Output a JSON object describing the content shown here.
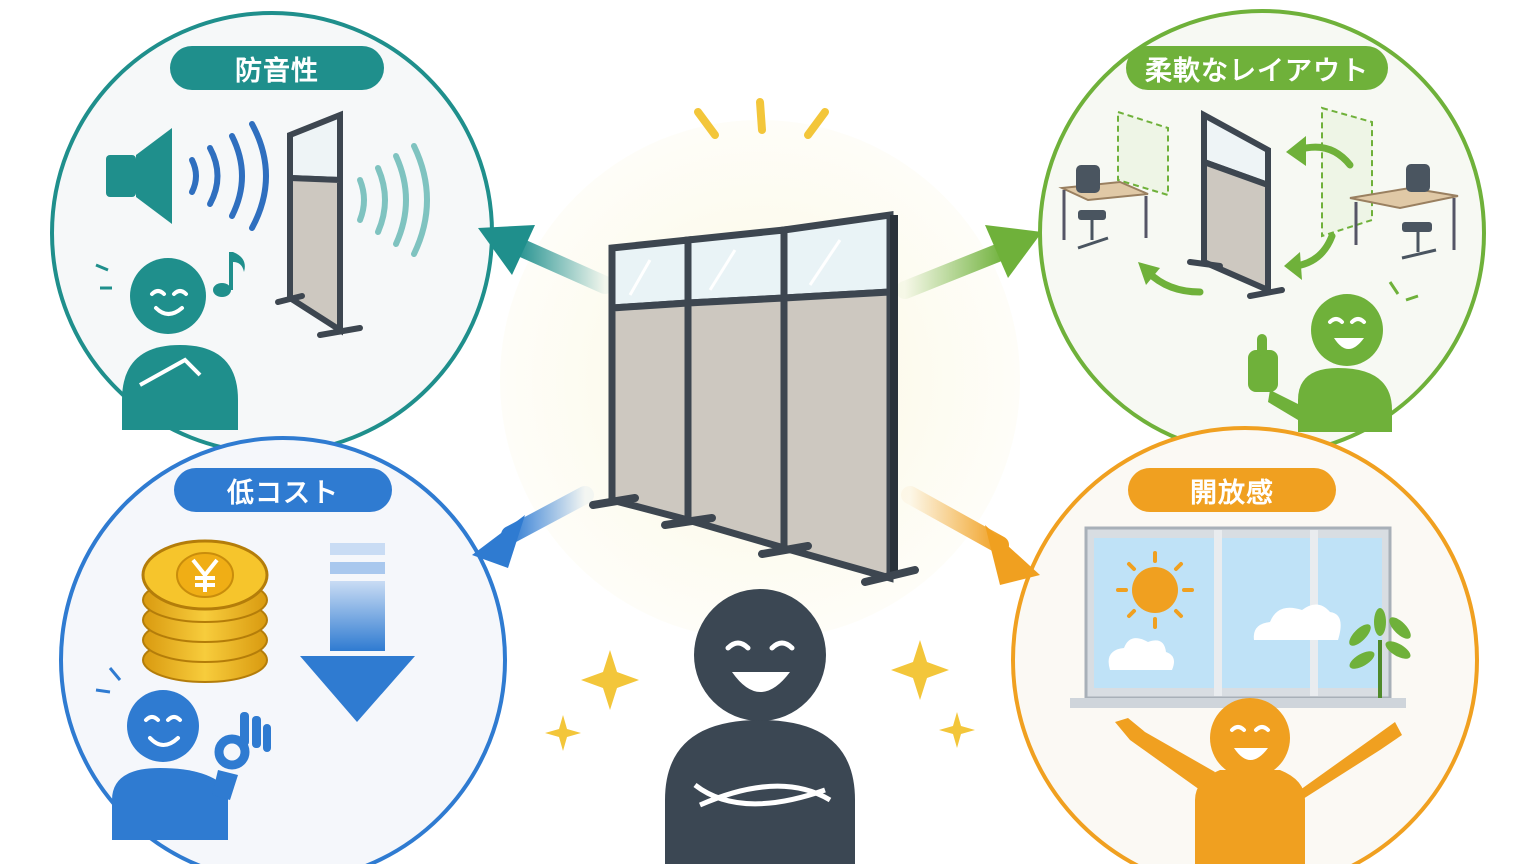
{
  "features": [
    {
      "id": "soundproof",
      "label": "防音性",
      "color": "#1f8f8c"
    },
    {
      "id": "layout",
      "label": "柔軟なレイアウト",
      "color": "#6fb13a"
    },
    {
      "id": "cost",
      "label": "低コスト",
      "color": "#2f7bd1"
    },
    {
      "id": "openness",
      "label": "開放感",
      "color": "#f0a020"
    }
  ],
  "colors": {
    "panel_frame": "#3d4650",
    "panel_fabric": "#cdc8c0",
    "center_person": "#3b4753",
    "sparkle": "#f3c63a",
    "coin": "#f2b81f",
    "sky": "#bfe2f7"
  },
  "icons": {
    "center": "partition-panel-icon",
    "speaker": "speaker-icon",
    "music": "music-note-icon",
    "coin": "yen-coin-icon",
    "down_arrow": "down-arrow-icon",
    "sun": "sun-icon",
    "plant": "plant-icon",
    "desk": "desk-icon"
  }
}
